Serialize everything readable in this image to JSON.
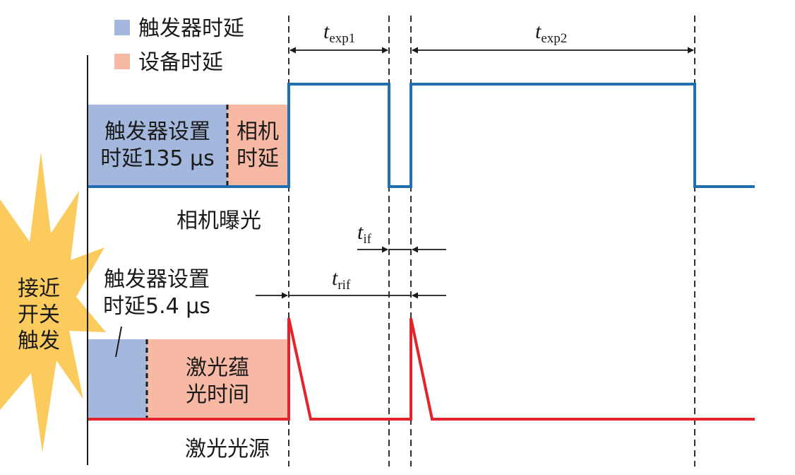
{
  "legend": {
    "trigger_delay": "触发器时延",
    "device_delay": "设备时延"
  },
  "camera": {
    "box_trigger_line1": "触发器设置",
    "box_trigger_line2": "时延135 μs",
    "box_camera_line1": "相机",
    "box_camera_line2": "时延",
    "signal_label": "相机曝光"
  },
  "laser": {
    "trigger_note_line1": "触发器设置",
    "trigger_note_line2": "时延5.4 μs",
    "box_fluor_line1": "激光蕴",
    "box_fluor_line2": "光时间",
    "signal_label": "激光光源"
  },
  "burst": {
    "line1": "接近",
    "line2": "开关",
    "line3": "触发"
  },
  "timing": {
    "texp1_var": "t",
    "texp1_sub": "exp1",
    "texp2_var": "t",
    "texp2_sub": "exp2",
    "tif_var": "t",
    "tif_sub": "if",
    "trif_var": "t",
    "trif_sub": "rif"
  },
  "colors": {
    "trigger_delay": "#a3b8dc",
    "device_delay": "#f7b9a4",
    "camera_signal": "#1f6fb5",
    "laser_signal": "#e3242b",
    "burst": "#fbcc5d"
  }
}
